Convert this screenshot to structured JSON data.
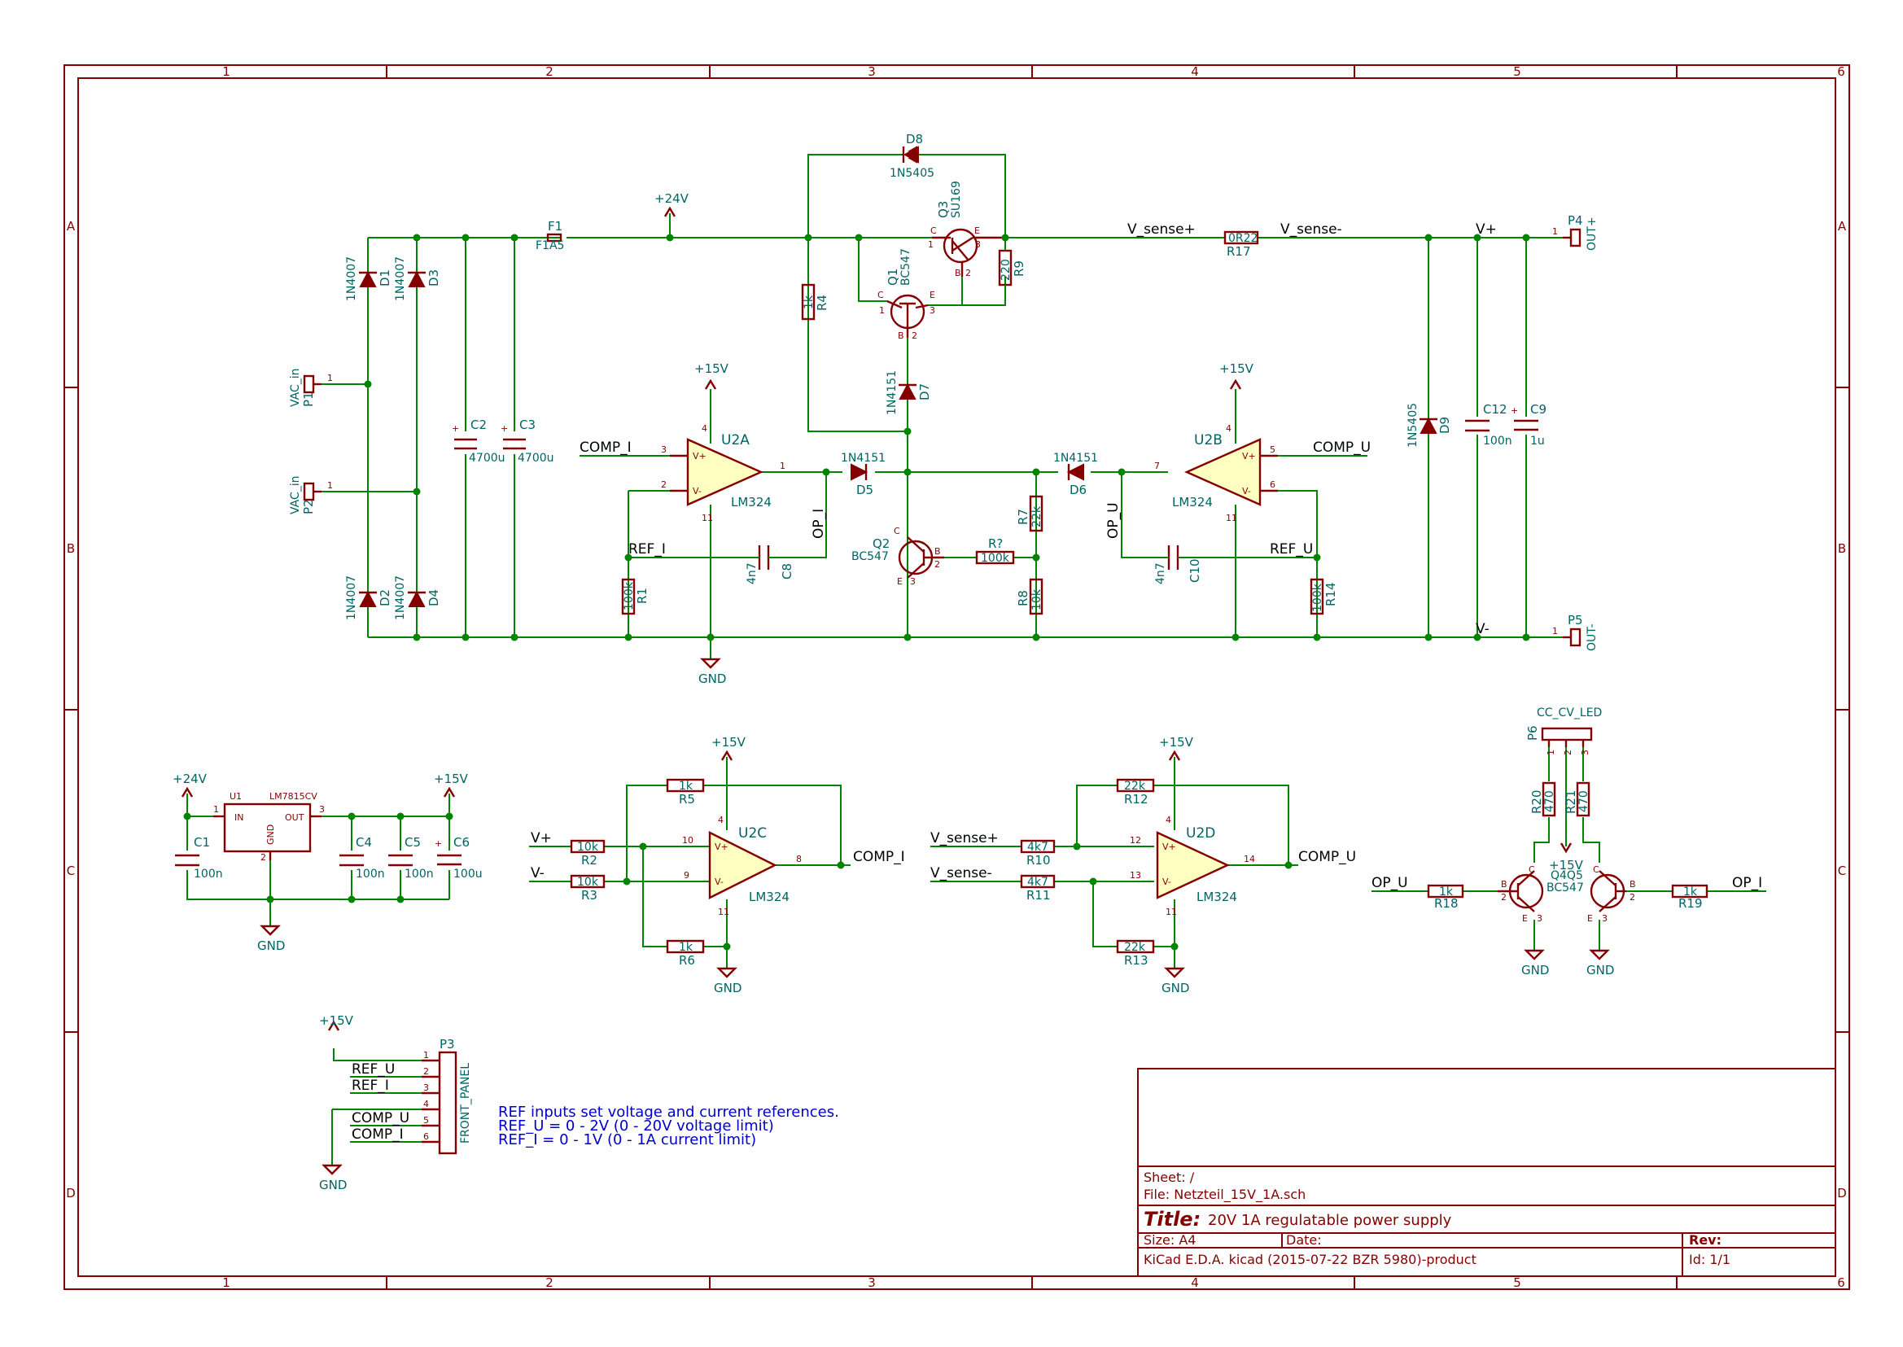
{
  "frame": {
    "columns": [
      "1",
      "2",
      "3",
      "4",
      "5",
      "6"
    ],
    "rows": [
      "A",
      "B",
      "C",
      "D"
    ]
  },
  "title_block": {
    "sheet_label": "Sheet: /",
    "file_label": "File: Netzteil_15V_1A.sch",
    "title_key": "Title:",
    "title_value": "20V 1A regulatable power supply",
    "size_label": "Size: A4",
    "date_label": "Date:",
    "rev_label": "Rev:",
    "kicad_label": "KiCad E.D.A.  kicad (2015-07-22 BZR 5980)-product",
    "id_label": "Id: 1/1"
  },
  "note": {
    "line1": "REF inputs set voltage and current references.",
    "line2": "REF_U = 0 - 2V (0 - 20V voltage limit)",
    "line3": "REF_I = 0 - 1V (0 - 1A current limit)"
  },
  "power": {
    "p24v": "+24V",
    "p15v": "+15V",
    "gnd": "GND"
  },
  "nets": {
    "vac_in": "VAC_in",
    "comp_i": "COMP_I",
    "comp_u": "COMP_U",
    "ref_i": "REF_I",
    "ref_u": "REF_U",
    "op_i": "OP_I",
    "op_u": "OP_U",
    "v_sense_plus": "V_sense+",
    "v_sense_minus": "V_sense-",
    "v_plus": "V+",
    "v_minus": "V-"
  },
  "components": {
    "P1": {
      "ref": "P1",
      "value": "VAC_in"
    },
    "P2": {
      "ref": "P2",
      "value": "VAC_in"
    },
    "D1": {
      "ref": "D1",
      "value": "1N4007"
    },
    "D2": {
      "ref": "D2",
      "value": "1N4007"
    },
    "D3": {
      "ref": "D3",
      "value": "1N4007"
    },
    "D4": {
      "ref": "D4",
      "value": "1N4007"
    },
    "C2": {
      "ref": "C2",
      "value": "4700u"
    },
    "C3": {
      "ref": "C3",
      "value": "4700u"
    },
    "F1": {
      "ref": "F1",
      "value": "F1A5"
    },
    "D8": {
      "ref": "D8",
      "value": "1N5405"
    },
    "Q3": {
      "ref": "Q3",
      "value": "SU169"
    },
    "Q1": {
      "ref": "Q1",
      "value": "BC547"
    },
    "R9": {
      "ref": "R9",
      "value": "220"
    },
    "R4": {
      "ref": "R4",
      "value": "1k"
    },
    "R17": {
      "ref": "R17",
      "value": "0R22"
    },
    "D7": {
      "ref": "D7",
      "value": "1N4151"
    },
    "D5": {
      "ref": "D5",
      "value": "1N4151"
    },
    "D6": {
      "ref": "D6",
      "value": "1N4151"
    },
    "U2A": {
      "ref": "U2A",
      "value": "LM324"
    },
    "U2B": {
      "ref": "U2B",
      "value": "LM324"
    },
    "U2C": {
      "ref": "U2C",
      "value": "LM324"
    },
    "U2D": {
      "ref": "U2D",
      "value": "LM324"
    },
    "Q2": {
      "ref": "Q2",
      "value": "BC547"
    },
    "R_Q2": {
      "ref": "R?",
      "value": "100k"
    },
    "R7": {
      "ref": "R7",
      "value": "22k"
    },
    "R8": {
      "ref": "R8",
      "value": "10k"
    },
    "R1": {
      "ref": "R1",
      "value": "100k"
    },
    "C8": {
      "ref": "C8",
      "value": "4n7"
    },
    "C10": {
      "ref": "C10",
      "value": "4n7"
    },
    "R14": {
      "ref": "R14",
      "value": "100k"
    },
    "D9": {
      "ref": "D9",
      "value": "1N5405"
    },
    "C12": {
      "ref": "C12",
      "value": "100n"
    },
    "C9": {
      "ref": "C9",
      "value": "1u"
    },
    "P4": {
      "ref": "P4",
      "value": "OUT+"
    },
    "P5": {
      "ref": "P5",
      "value": "OUT-"
    },
    "U1": {
      "ref": "U1",
      "value": "LM7815CV",
      "pin_in": "IN",
      "pin_out": "OUT",
      "pin_gnd": "GND"
    },
    "C1": {
      "ref": "C1",
      "value": "100n"
    },
    "C4": {
      "ref": "C4",
      "value": "100n"
    },
    "C5": {
      "ref": "C5",
      "value": "100n"
    },
    "C6": {
      "ref": "C6",
      "value": "100u"
    },
    "R2": {
      "ref": "R2",
      "value": "10k"
    },
    "R3": {
      "ref": "R3",
      "value": "10k"
    },
    "R5": {
      "ref": "R5",
      "value": "1k"
    },
    "R6": {
      "ref": "R6",
      "value": "1k"
    },
    "R10": {
      "ref": "R10",
      "value": "4k7"
    },
    "R11": {
      "ref": "R11",
      "value": "4k7"
    },
    "R12": {
      "ref": "R12",
      "value": "22k"
    },
    "R13": {
      "ref": "R13",
      "value": "22k"
    },
    "P6": {
      "ref": "P6",
      "value": "CC_CV_LED"
    },
    "R20": {
      "ref": "R20",
      "value": "470"
    },
    "R21": {
      "ref": "R21",
      "value": "470"
    },
    "R18": {
      "ref": "R18",
      "value": "1k"
    },
    "R19": {
      "ref": "R19",
      "value": "1k"
    },
    "Q4": {
      "ref": "Q4",
      "value": "BC547"
    },
    "Q5": {
      "ref": "Q5",
      "value": "BC547"
    },
    "Q4Q5_label": {
      "ref": "Q4Q5",
      "value": "BC547"
    },
    "P3": {
      "ref": "P3",
      "value": "FRONT_PANEL"
    }
  },
  "p3_pins": [
    "1",
    "2",
    "3",
    "4",
    "5",
    "6"
  ]
}
